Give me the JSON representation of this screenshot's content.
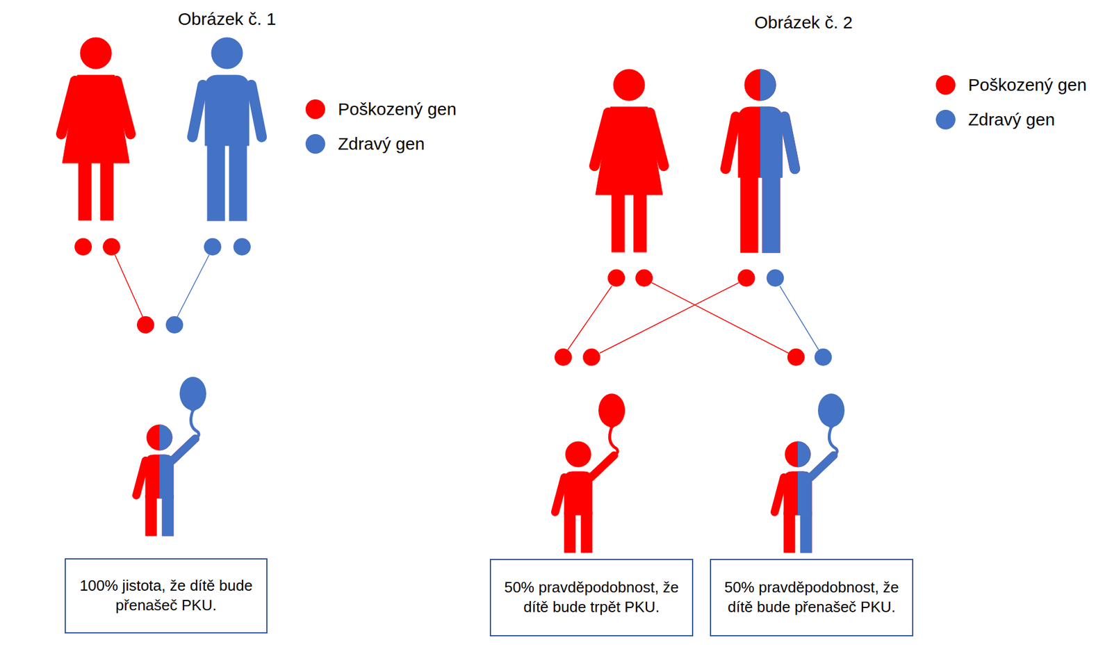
{
  "diagram": {
    "nodes": [
      {
        "text": [
          "100% jistota, že dítě bude přenašeč PKU."
        ]
      },
      {
        "text": [
          "50% pravděpodobnost, že dítě bude trpět PKU."
        ]
      },
      {
        "text": [
          "50% pravděpodobnost, že dítě bude přenašeč PKU."
        ]
      }
    ],
    "labels": [
      "Obrázek č. 1",
      "Obrázek č. 2"
    ],
    "legend": [
      {
        "text": "Poškozený gen",
        "color": "#ff0000"
      },
      {
        "text": "Zdravý gen",
        "color": "#4472c4"
      },
      {
        "text": "Poškozený gen",
        "color": "#ff0000"
      },
      {
        "text": "Zdravý gen",
        "color": "#4472c4"
      }
    ]
  }
}
